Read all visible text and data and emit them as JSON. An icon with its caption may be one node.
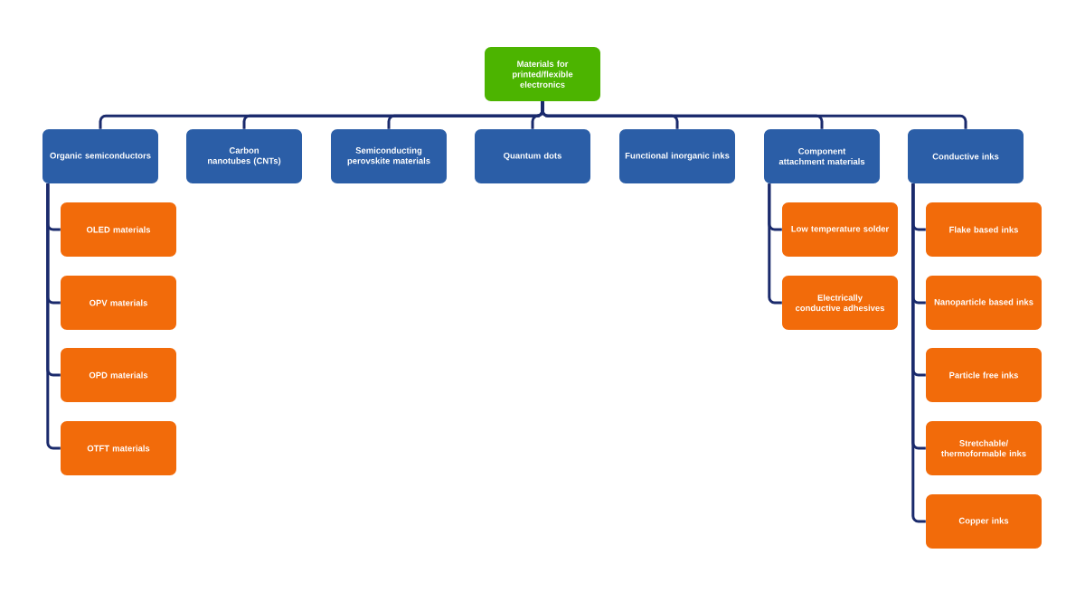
{
  "diagram": {
    "nodes": [
      {
        "text": [
          "Materials for printed/flexible electronics"
        ]
      },
      {
        "text": [
          "Organic semiconductors"
        ]
      },
      {
        "text": [
          "Carbon nanotubes (CNTs)"
        ]
      },
      {
        "text": [
          "Semiconducting perovskite materials"
        ]
      },
      {
        "text": [
          "Quantum dots"
        ]
      },
      {
        "text": [
          "Functional inorganic inks"
        ]
      },
      {
        "text": [
          "Component attachment materials"
        ]
      },
      {
        "text": [
          "Conductive inks"
        ]
      },
      {
        "text": [
          "OLED materials"
        ]
      },
      {
        "text": [
          "OPV materials"
        ]
      },
      {
        "text": [
          "OPD materials"
        ]
      },
      {
        "text": [
          "OTFT materials"
        ]
      },
      {
        "text": [
          "Low temperature solder"
        ]
      },
      {
        "text": [
          "Electrically conductive adhesives"
        ]
      },
      {
        "text": [
          "Flake based inks"
        ]
      },
      {
        "text": [
          "Nanoparticle based inks"
        ]
      },
      {
        "text": [
          "Particle free inks"
        ]
      },
      {
        "text": [
          "Stretchable/ thermoformable inks"
        ]
      },
      {
        "text": [
          "Copper inks"
        ]
      }
    ],
    "edges": [
      {
        "from": 0,
        "to": 1,
        "arrow": "none"
      },
      {
        "from": 0,
        "to": 2,
        "arrow": "none"
      },
      {
        "from": 0,
        "to": 3,
        "arrow": "none"
      },
      {
        "from": 0,
        "to": 4,
        "arrow": "none"
      },
      {
        "from": 0,
        "to": 5,
        "arrow": "none"
      },
      {
        "from": 0,
        "to": 6,
        "arrow": "none"
      },
      {
        "from": 0,
        "to": 7,
        "arrow": "none"
      },
      {
        "from": 1,
        "to": 8,
        "arrow": "none"
      },
      {
        "from": 1,
        "to": 9,
        "arrow": "none"
      },
      {
        "from": 1,
        "to": 10,
        "arrow": "none"
      },
      {
        "from": 1,
        "to": 11,
        "arrow": "none"
      },
      {
        "from": 6,
        "to": 12,
        "arrow": "none"
      },
      {
        "from": 6,
        "to": 13,
        "arrow": "none"
      },
      {
        "from": 7,
        "to": 14,
        "arrow": "none"
      },
      {
        "from": 7,
        "to": 15,
        "arrow": "none"
      },
      {
        "from": 7,
        "to": 16,
        "arrow": "none"
      },
      {
        "from": 7,
        "to": 17,
        "arrow": "none"
      },
      {
        "from": 7,
        "to": 18,
        "arrow": "none"
      }
    ]
  }
}
